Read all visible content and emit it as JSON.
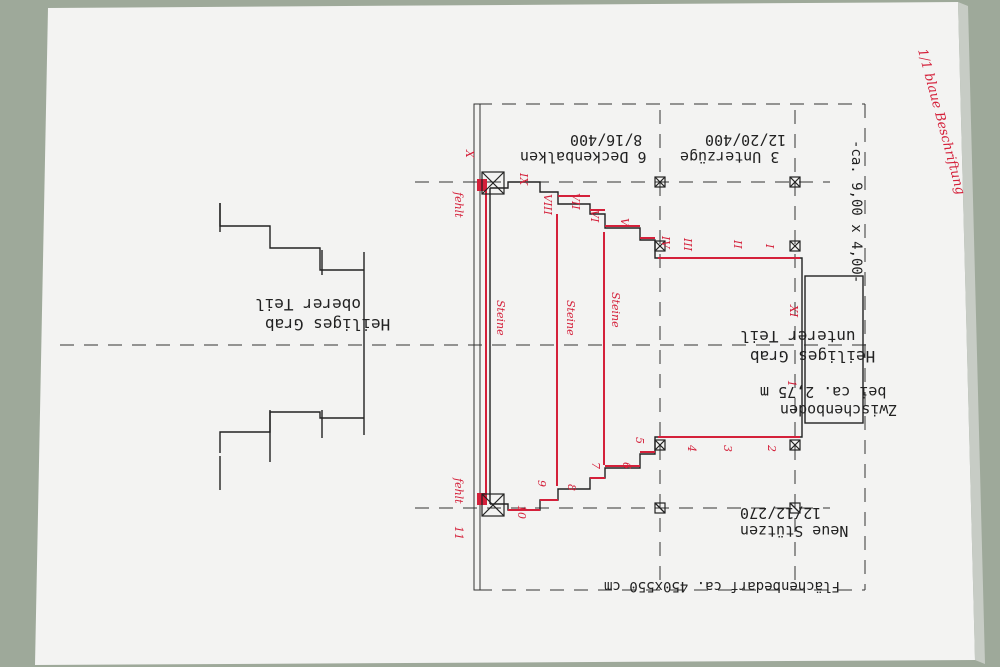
{
  "labels": {
    "flaechenbedarf": "Flächenbedarf ca. 450x550 cm",
    "neue_stuetzen_1": "Neue Stützen",
    "neue_stuetzen_2": "12/12/270",
    "zwischenboden_1": "Zwischenboden",
    "zwischenboden_2": "bei ca. 2,75 m",
    "hg_unten_1": "Heiliges Grab",
    "hg_unten_2": "unterer Teil",
    "hg_oben_1": "Heiliges Grab",
    "hg_oben_2": "oberer Teil",
    "deckenbalken_1": "6 Deckenbalken",
    "deckenbalken_2": "8/16/400",
    "unterzuege_1": "3 Unterzüge",
    "unterzuege_2": "12/20/400",
    "masse": "-ca. 9,00 x 4,00-"
  },
  "annotations": {
    "header": "1/1 blaue Beschriftung",
    "steine_1": "Steine",
    "steine_2": "Steine",
    "steine_3": "Steine",
    "fehlt_1": "fehlt",
    "fehlt_2": "fehlt",
    "roman": [
      "I",
      "II",
      "III",
      "IV",
      "V",
      "VI",
      "VII",
      "VIII",
      "IX",
      "X",
      "XI"
    ],
    "arabic": [
      "1",
      "2",
      "3",
      "4",
      "5",
      "6",
      "7",
      "8",
      "9",
      "10",
      "11"
    ]
  },
  "colors": {
    "background": "#9ea99a",
    "paper": "#f3f3f2",
    "ink": "#222222",
    "red_ink": "#d4203a"
  }
}
